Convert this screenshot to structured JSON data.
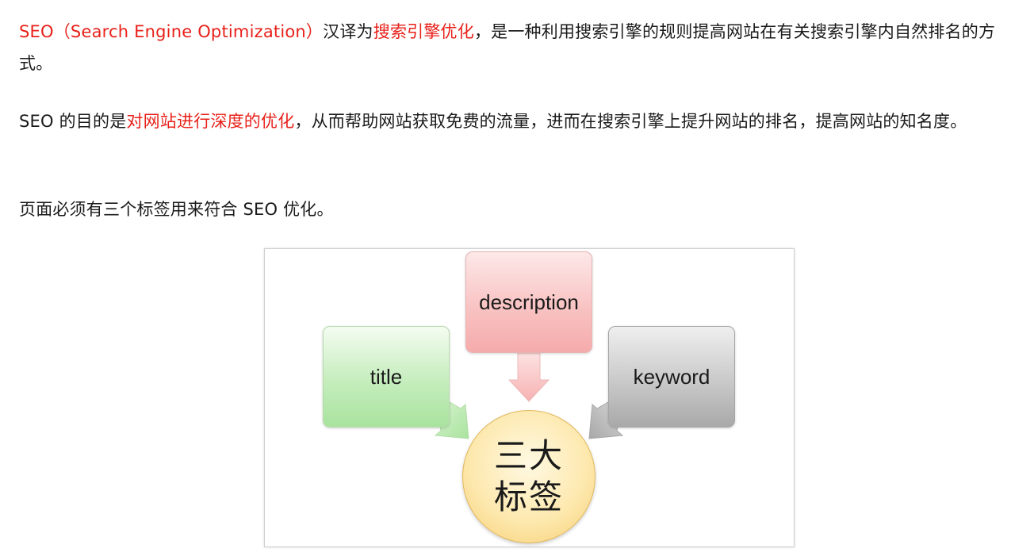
{
  "paragraphs": {
    "p1": {
      "part1": "SEO（Search Engine Optimization）",
      "part2": "汉译为",
      "highlight": "搜索引擎优化",
      "part3": "，是一种利用搜索引擎的规则提高网站在有关搜索引擎内自然排名的方式。"
    },
    "p2": {
      "part1": "SEO 的目的是",
      "highlight": "对网站进行深度的优化",
      "part2": "，从而帮助网站获取免费的流量，进而在搜索引擎上提升网站的排名，提高网站的知名度。"
    },
    "p3": {
      "text": "页面必须有三个标签用来符合 SEO 优化。"
    }
  },
  "diagram": {
    "left_box": "title",
    "top_box": "description",
    "right_box": "keyword",
    "center": "三大标签"
  },
  "colors": {
    "highlight": "#e8211a",
    "text": "#1a1a1a"
  }
}
